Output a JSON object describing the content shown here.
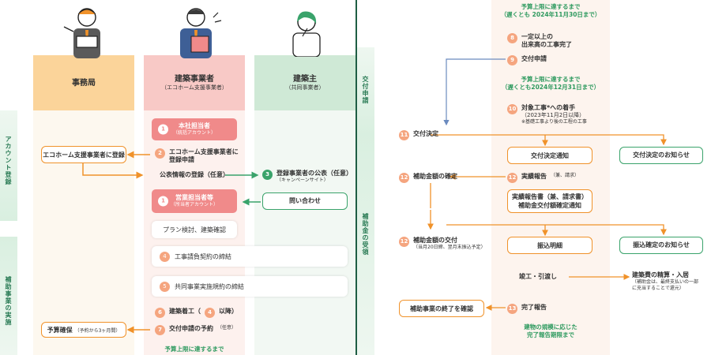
{
  "colors": {
    "orange": "#f0922a",
    "green": "#3aa36b",
    "pink": "#f08a8a",
    "divider": "#1e5e44"
  },
  "left": {
    "columns": {
      "office": {
        "title": "事務局"
      },
      "builder": {
        "title": "建築事業者",
        "sub": "（エコホーム支援事業者）"
      },
      "owner": {
        "title": "建築主",
        "sub": "（共同事業者）"
      }
    },
    "phases": {
      "account": "アカウント登録",
      "project": "補助事業の実施"
    },
    "office_register": "エコホーム支援事業者に登録",
    "budget_secure": {
      "label": "予算確保",
      "sub": "（予約から3ヶ月間）"
    },
    "steps": {
      "s1_main": {
        "num": "1",
        "label": "本社担当者",
        "sub": "（統括アカウント）"
      },
      "s2": {
        "num": "2",
        "label": "エコホーム支援事業者に登録申請"
      },
      "pub_info": "公表情報の登録（任意）",
      "s3": {
        "num": "3",
        "label": "登録事業者の公表（任意）",
        "sub": "（キャンペーンサイト）"
      },
      "s1_sales": {
        "num": "1",
        "label": "営業担当者等",
        "sub": "（所当者アカウント）"
      },
      "inquiry": "問い合わせ",
      "plan": "プラン検討、建築確認",
      "s4": {
        "num": "4",
        "label": "工事請負契約の締結"
      },
      "s5": {
        "num": "5",
        "label": "共同事業実施規約の締結"
      },
      "s6": {
        "num": "6",
        "label_a": "建築着工（",
        "inner": "4",
        "label_b": "以降）"
      },
      "s7": {
        "num": "7",
        "label": "交付申請の予約",
        "sub": "（任意）"
      }
    },
    "budget_note": "予算上限に達するまで"
  },
  "right": {
    "phases": {
      "apply": "交付申請",
      "receive": "補助金の受領"
    },
    "top_note": {
      "line1": "予算上限に達するまで",
      "line2": "（遅くとも 2024年11月30日まで）"
    },
    "s8": {
      "num": "8",
      "line1": "一定以上の",
      "line2": "出来高の工事完了"
    },
    "s9": {
      "num": "9",
      "label": "交付申請"
    },
    "note2": {
      "line1": "予算上限に達するまで",
      "line2": "（遅くとも2024年12月31日まで）"
    },
    "s10": {
      "num": "10",
      "line1": "対象工事*への着手",
      "line2": "（2023年11月2日以降）",
      "line3": "※基礎工事より後の工程の工事"
    },
    "s11": {
      "num": "11",
      "label": "交付決定"
    },
    "decision_notice": "交付決定通知",
    "decision_letter": "交付決定のお知らせ",
    "s12a": {
      "num": "12",
      "label": "補助金額の確定"
    },
    "s12_report": {
      "num": "12",
      "label": "実績報告",
      "sub": "（兼、請求）"
    },
    "report_box": {
      "line1": "実績報告書（兼、請求書）",
      "line2": "補助金交付額確定通知"
    },
    "s12b": {
      "num": "12",
      "label": "補助金額の交付",
      "sub": "（当月20日締、翌月末振込予定）"
    },
    "transfer_detail": "振込明細",
    "transfer_notice": "振込確定のお知らせ",
    "handover": "竣工・引渡し",
    "settle": {
      "label": "建築費の精算・入居",
      "sub1": "（補助金は、最終支払いの一部",
      "sub2": "に充当することで還元）"
    },
    "confirm_end": "補助事業の終了を確認",
    "s13": {
      "num": "13",
      "label": "完了報告"
    },
    "note3": {
      "line1": "建物の規模に応じた",
      "line2": "完了報告期限まで"
    }
  }
}
